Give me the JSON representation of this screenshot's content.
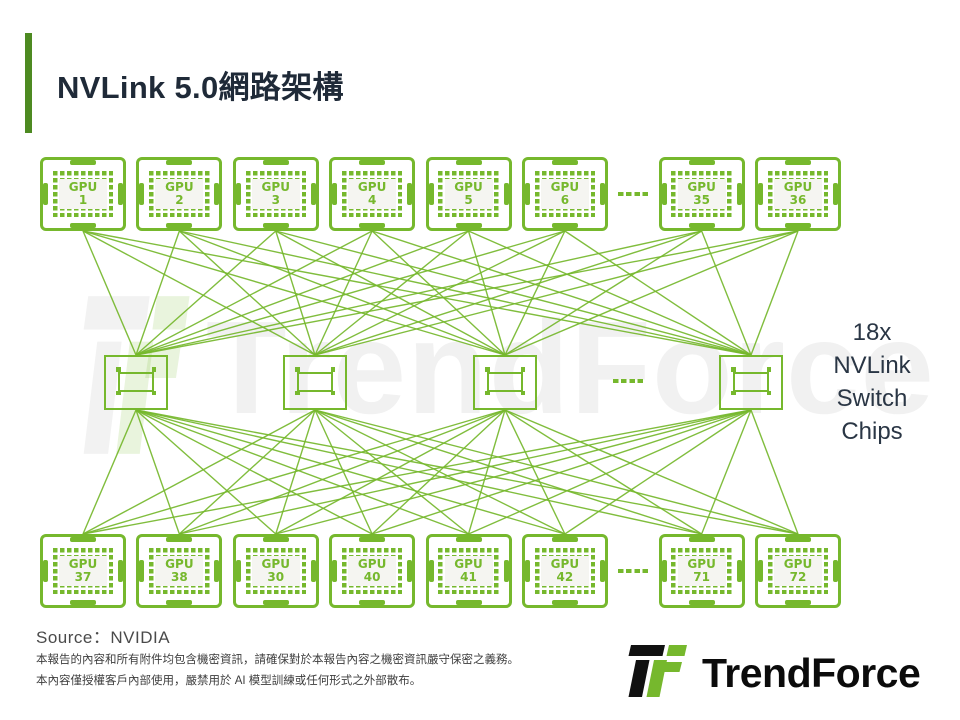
{
  "title": "NVLink 5.0網路架構",
  "colors": {
    "chip_green": "#76b82d",
    "accent_bar_green": "#4d8a21",
    "heading_navy": "#1f2a38",
    "logo_black": "#111111",
    "logo_green": "#76b82d"
  },
  "diagram": {
    "top_row": [
      {
        "kind": "gpu",
        "label": "GPU",
        "id": "1"
      },
      {
        "kind": "gpu",
        "label": "GPU",
        "id": "2"
      },
      {
        "kind": "gpu",
        "label": "GPU",
        "id": "3"
      },
      {
        "kind": "gpu",
        "label": "GPU",
        "id": "4"
      },
      {
        "kind": "gpu",
        "label": "GPU",
        "id": "5"
      },
      {
        "kind": "gpu",
        "label": "GPU",
        "id": "6"
      },
      {
        "kind": "gap",
        "label": "----"
      },
      {
        "kind": "gpu",
        "label": "GPU",
        "id": "35"
      },
      {
        "kind": "gpu",
        "label": "GPU",
        "id": "36"
      }
    ],
    "switch_row": [
      {
        "kind": "switch"
      },
      {
        "kind": "switch"
      },
      {
        "kind": "switch"
      },
      {
        "kind": "gap",
        "label": "----"
      },
      {
        "kind": "switch"
      }
    ],
    "bottom_row": [
      {
        "kind": "gpu",
        "label": "GPU",
        "id": "37"
      },
      {
        "kind": "gpu",
        "label": "GPU",
        "id": "38"
      },
      {
        "kind": "gpu",
        "label": "GPU",
        "id": "30"
      },
      {
        "kind": "gpu",
        "label": "GPU",
        "id": "40"
      },
      {
        "kind": "gpu",
        "label": "GPU",
        "id": "41"
      },
      {
        "kind": "gpu",
        "label": "GPU",
        "id": "42"
      },
      {
        "kind": "gap",
        "label": "----"
      },
      {
        "kind": "gpu",
        "label": "GPU",
        "id": "71"
      },
      {
        "kind": "gpu",
        "label": "GPU",
        "id": "72"
      }
    ],
    "annotation_lines": [
      "18x",
      "NVLink",
      "Switch",
      "Chips"
    ]
  },
  "footer": {
    "source": "Source：NVIDIA",
    "disclaimer": [
      "本報告的內容和所有附件均包含機密資訊，請確保對於本報告內容之機密資訊嚴守保密之義務。",
      "本內容僅授權客戶內部使用，嚴禁用於 AI 模型訓練或任何形式之外部散布。"
    ],
    "logo_text": "TrendForce"
  },
  "watermark": {
    "text": "TrendForce"
  }
}
